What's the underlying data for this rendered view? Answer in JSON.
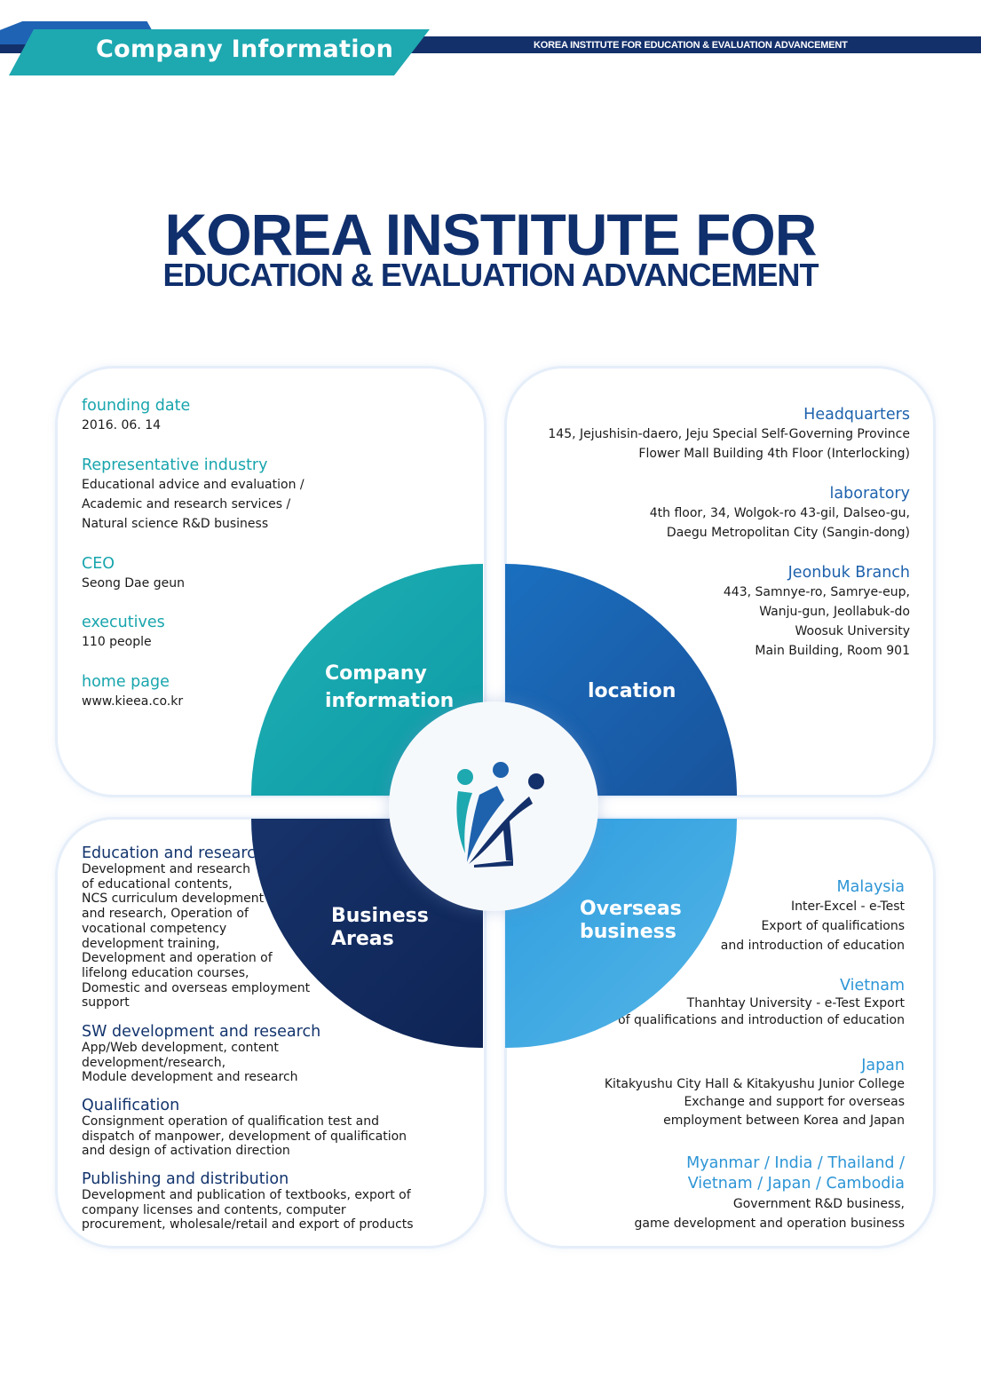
{
  "header": {
    "section_title": "Company Information",
    "org_name_small": "KOREA INSTITUTE FOR EDUCATION & EVALUATION ADVANCEMENT"
  },
  "title": {
    "line1": "KOREA INSTITUTE FOR",
    "line2": "EDUCATION & EVALUATION ADVANCEMENT"
  },
  "quadrants": {
    "company": [
      "Company",
      "information"
    ],
    "location": "location",
    "business": [
      "Business",
      "Areas"
    ],
    "overseas": [
      "Overseas",
      "business"
    ]
  },
  "company_info": {
    "founding_label": "founding date",
    "founding_value": "2016. 06. 14",
    "industry_label": "Representative industry",
    "industry_lines": [
      "Educational advice and evaluation /",
      "Academic and research services /",
      "Natural science R&D business"
    ],
    "ceo_label": "CEO",
    "ceo_value": "Seong Dae geun",
    "executives_label": "executives",
    "executives_value": "110 people",
    "homepage_label": "home page",
    "homepage_value": "www.kieea.co.kr"
  },
  "location": {
    "hq_label": "Headquarters",
    "hq_lines": [
      "145, Jejushisin-daero, Jeju Special Self-Governing Province",
      "Flower Mall Building 4th Floor (Interlocking)"
    ],
    "lab_label": "laboratory",
    "lab_lines": [
      "4th floor, 34, Wolgok-ro 43-gil, Dalseo-gu,",
      "Daegu Metropolitan City (Sangin-dong)"
    ],
    "branch_label": "Jeonbuk Branch",
    "branch_lines": [
      "443, Samnye-ro, Samrye-eup,",
      "Wanju-gun, Jeollabuk-do",
      "Woosuk University",
      "Main Building, Room 901"
    ]
  },
  "business": {
    "edu_label": "Education and research",
    "edu_lines": [
      "Development and research",
      "of educational contents,",
      "NCS curriculum development",
      "and research, Operation of",
      "vocational competency",
      "development training,",
      "Development and operation of",
      "lifelong education courses,",
      "Domestic and overseas employment",
      "support"
    ],
    "sw_label": "SW development and research",
    "sw_lines": [
      "App/Web development, content",
      "development/research,",
      "Module development and research"
    ],
    "qual_label": "Qualification",
    "qual_lines": [
      "Consignment operation of qualification test and",
      "dispatch of manpower, development of qualification",
      "and design of activation direction"
    ],
    "pub_label": "Publishing and distribution",
    "pub_lines": [
      "Development and publication of textbooks, export of",
      "company licenses and contents, computer",
      "procurement, wholesale/retail and export of products"
    ]
  },
  "overseas": {
    "my_label": "Malaysia",
    "my_lines": [
      "Inter-Excel - e-Test",
      "Export of qualifications",
      "and introduction of education"
    ],
    "vn_label": "Vietnam",
    "vn_lines": [
      "Thanhtay University - e-Test Export",
      "of qualifications and introduction of education"
    ],
    "jp_label": "Japan",
    "jp_lines": [
      "Kitakyushu City Hall & Kitakyushu Junior College",
      "Exchange and support for overseas",
      "employment between Korea and Japan"
    ],
    "multi_label": [
      "Myanmar / India / Thailand /",
      "Vietnam / Japan / Cambodia"
    ],
    "multi_lines": [
      "Government R&D business,",
      "game development and operation business"
    ]
  },
  "colors": {
    "navy": "#14306b",
    "teal": "#1ea8b0",
    "blue": "#1e62ad",
    "sky": "#2d95d6"
  },
  "logo": {
    "icon": "people-growth-logo-icon"
  }
}
